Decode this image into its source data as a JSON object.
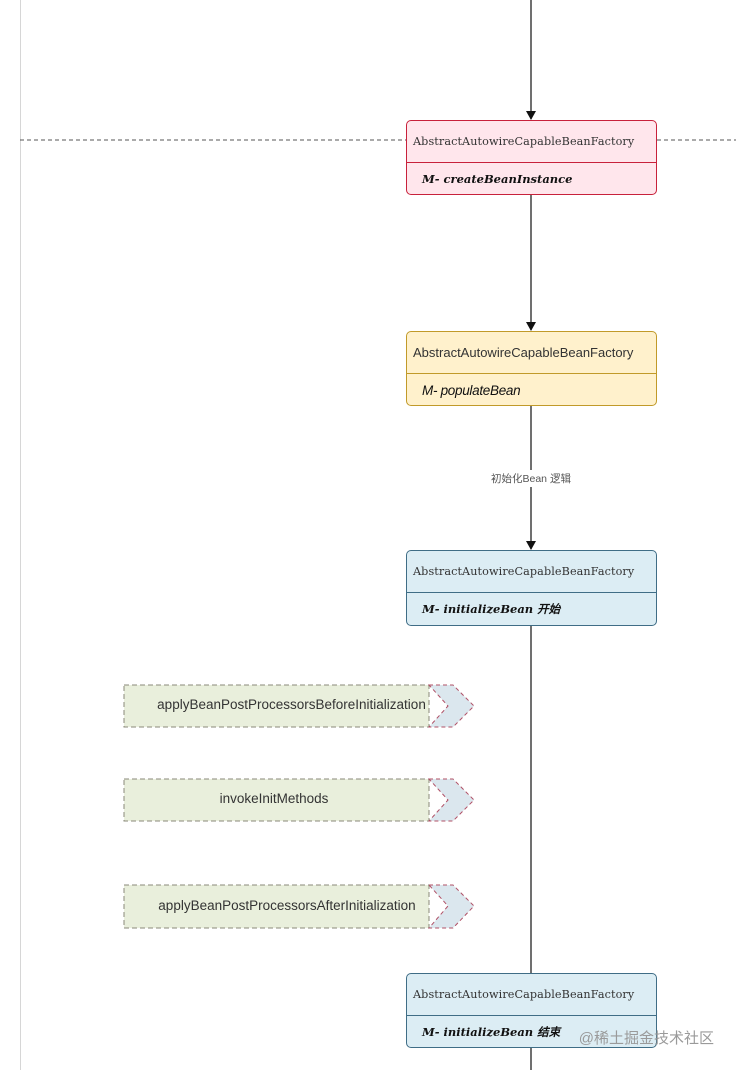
{
  "diagram": {
    "boxes": [
      {
        "class_name": "AbstractAutowireCapableBeanFactory",
        "method": "M- createBeanInstance",
        "theme": {
          "fill": "#ffe6ec",
          "border": "#c8213b"
        }
      },
      {
        "class_name": "AbstractAutowireCapableBeanFactory",
        "method": "M- populateBean",
        "theme": {
          "fill": "#fff1cc",
          "border": "#c19a29"
        }
      },
      {
        "class_name": "AbstractAutowireCapableBeanFactory",
        "method": "M- initializeBean 开始",
        "theme": {
          "fill": "#dcedf4",
          "border": "#3f6d86"
        }
      },
      {
        "class_name": "AbstractAutowireCapableBeanFactory",
        "method": "M- initializeBean 结束",
        "theme": {
          "fill": "#dcedf4",
          "border": "#3f6d86"
        }
      }
    ],
    "edge_label": "初始化Bean 逻辑",
    "steps": [
      "applyBeanPostProcessorsBeforeInitialization",
      "invokeInitMethods",
      "applyBeanPostProcessorsAfterInitialization"
    ],
    "step_theme": {
      "fill": "#e9efdc",
      "border": "#8a8a7a",
      "arrow_fill": "#dbe7ee",
      "arrow_border": "#b05066"
    }
  },
  "watermark": "@稀土掘金技术社区"
}
